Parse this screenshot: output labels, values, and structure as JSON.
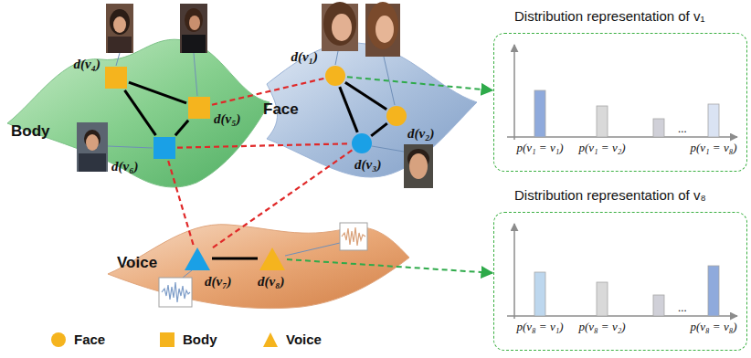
{
  "diagram": {
    "nodes": [
      {
        "text": [
          "d(v₄)"
        ]
      },
      {
        "text": [
          "d(v₅)"
        ]
      },
      {
        "text": [
          "d(v₁)"
        ]
      },
      {
        "text": [
          "d(v₂)"
        ]
      },
      {
        "text": [
          "d(v₆)"
        ]
      },
      {
        "text": [
          "d(v₃)"
        ]
      },
      {
        "text": [
          "d(v₇)"
        ]
      },
      {
        "text": [
          "d(v₈)"
        ]
      },
      {
        "text": [
          "Distribution representation of v₁",
          "p(v₁ = v₁)",
          "p(v₁ = v₂)",
          "...",
          "p(v₁ = v₈)"
        ]
      },
      {
        "text": [
          "Distribution representation of v₈",
          "p(v₈ = v₁)",
          "p(v₈ = v₂)",
          "...",
          "p(v₈ = v₈)"
        ]
      }
    ],
    "edges": [
      {
        "from": 0,
        "to": 1,
        "arrow": "none"
      },
      {
        "from": 0,
        "to": 4,
        "arrow": "none"
      },
      {
        "from": 1,
        "to": 4,
        "arrow": "none"
      },
      {
        "from": 2,
        "to": 3,
        "arrow": "none"
      },
      {
        "from": 2,
        "to": 5,
        "arrow": "none"
      },
      {
        "from": 3,
        "to": 5,
        "arrow": "none"
      },
      {
        "from": 6,
        "to": 7,
        "arrow": "none"
      },
      {
        "from": 1,
        "to": 2,
        "arrow": "none"
      },
      {
        "from": 4,
        "to": 5,
        "arrow": "none"
      },
      {
        "from": 4,
        "to": 6,
        "arrow": "none"
      },
      {
        "from": 5,
        "to": 6,
        "arrow": "none"
      },
      {
        "from": 2,
        "to": 8,
        "arrow": "to"
      },
      {
        "from": 7,
        "to": 9,
        "arrow": "to"
      }
    ],
    "labels": [
      "Body",
      "Face",
      "Voice"
    ],
    "legend": [
      {
        "text": "Face"
      },
      {
        "text": "Body"
      },
      {
        "text": "Voice"
      }
    ]
  }
}
